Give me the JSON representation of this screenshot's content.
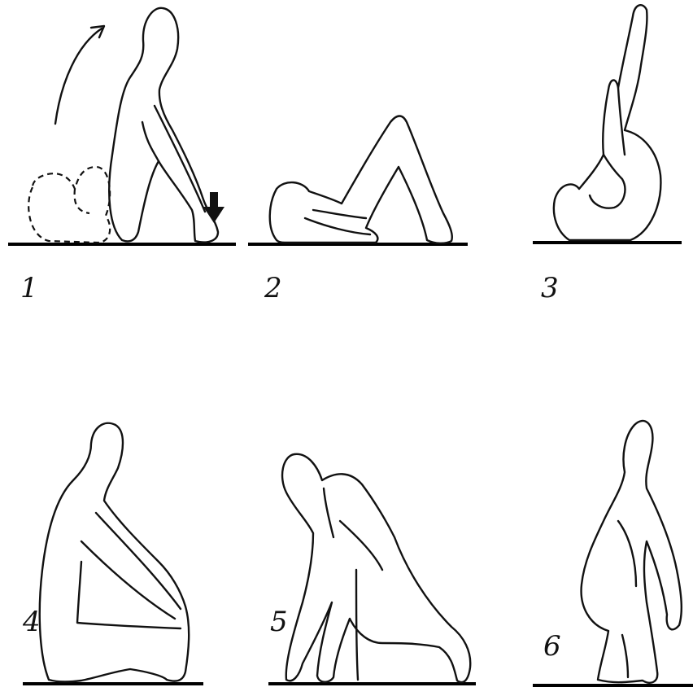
{
  "panels": [
    {
      "number": "1"
    },
    {
      "number": "2"
    },
    {
      "number": "3"
    },
    {
      "number": "4"
    },
    {
      "number": "5"
    },
    {
      "number": "6"
    }
  ],
  "colors": {
    "line": "#111111",
    "background": "#ffffff"
  },
  "icons": [
    "motion-arrow-icon",
    "push-down-arrow-icon"
  ]
}
